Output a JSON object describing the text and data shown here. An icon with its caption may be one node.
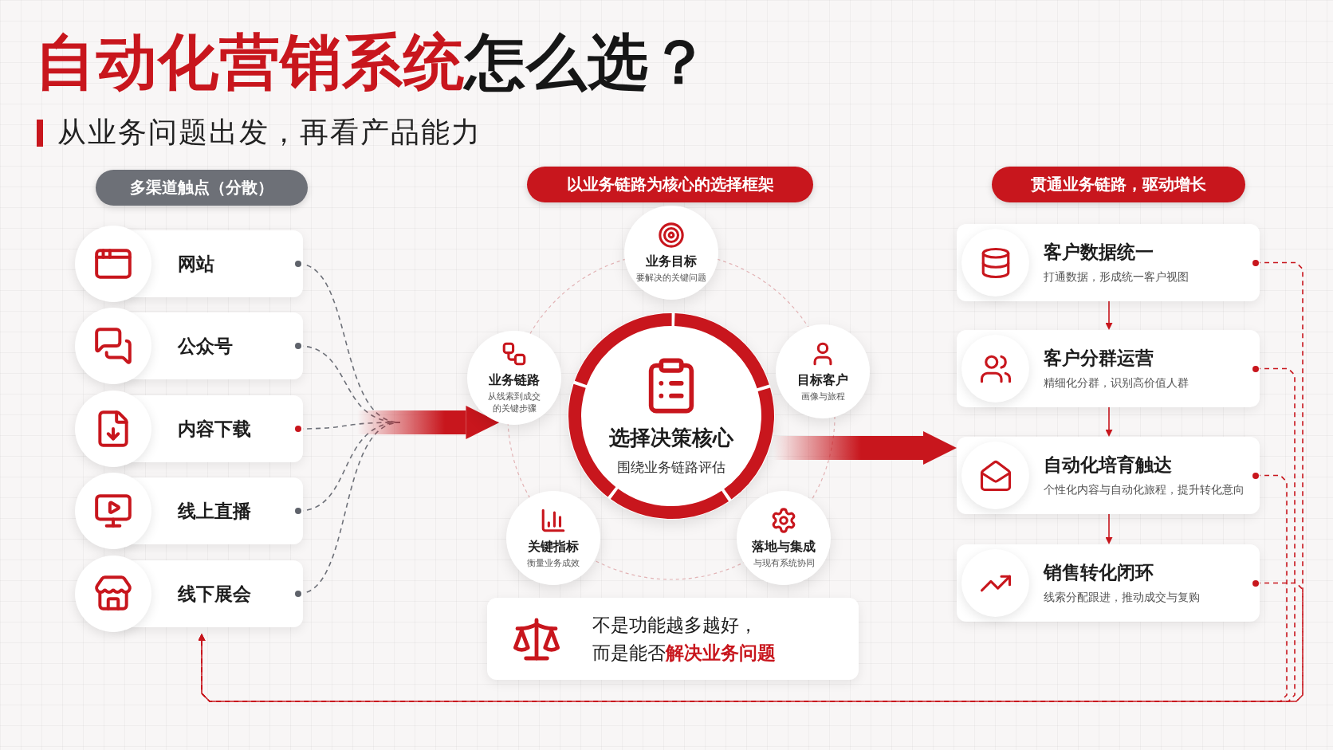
{
  "diagram": {
    "title": "**自动化营销系统**怎么选？",
    "nodes": [
      {
        "text": [
          "多渠道触点（分散）"
        ]
      },
      {
        "text": [
          "网站"
        ]
      },
      {
        "text": [
          "公众号"
        ]
      },
      {
        "text": [
          "内容下载"
        ]
      },
      {
        "text": [
          "线上直播"
        ]
      },
      {
        "text": [
          "线下展会"
        ]
      },
      {
        "text": [
          "以业务链路为核心的选择框架"
        ]
      },
      {
        "text": [
          "选择决策核心",
          "围绕业务链路评估"
        ]
      },
      {
        "text": [
          "业务目标",
          "要解决的关键问题"
        ]
      },
      {
        "text": [
          "业务链路",
          "从线索到成交的关键步骤"
        ]
      },
      {
        "text": [
          "目标客户",
          "画像与旅程"
        ]
      },
      {
        "text": [
          "关键指标",
          "衡量业务成效"
        ]
      },
      {
        "text": [
          "落地与集成",
          "与现有系统协同"
        ]
      },
      {
        "text": [
          "不是功能越多越好，而是能否**解决业务问题**"
        ]
      },
      {
        "text": [
          "贯通业务链路，驱动增长"
        ]
      },
      {
        "text": [
          "客户数据统一",
          "打通数据，形成统一客户视图"
        ]
      },
      {
        "text": [
          "客户分群运营",
          "精细化分群，识别高价值人群"
        ]
      },
      {
        "text": [
          "自动化培育触达",
          "个性化内容与自动化旅程，提升转化意向"
        ]
      },
      {
        "text": [
          "销售转化闭环",
          "线索分配跟进，推动成交与复购"
        ]
      }
    ],
    "edges": [
      {
        "from": 1,
        "to": null,
        "arrow": "none",
        "style": "dashed",
        "color": "#6e7179"
      },
      {
        "from": 2,
        "to": null,
        "arrow": "none",
        "style": "dashed",
        "color": "#6e7179"
      },
      {
        "from": 3,
        "to": null,
        "arrow": "none",
        "style": "dashed",
        "color": "#6e7179"
      },
      {
        "from": 4,
        "to": null,
        "arrow": "none",
        "style": "dashed",
        "color": "#6e7179"
      },
      {
        "from": 5,
        "to": null,
        "arrow": "none",
        "style": "dashed",
        "color": "#6e7179"
      },
      {
        "from": null,
        "to": 9,
        "arrow": "to",
        "style": "thick"
      },
      {
        "from": 7,
        "to": 17,
        "arrow": "to",
        "style": "thick"
      },
      {
        "from": 15,
        "to": 16,
        "arrow": "to"
      },
      {
        "from": 16,
        "to": 17,
        "arrow": "to"
      },
      {
        "from": 17,
        "to": 18,
        "arrow": "to"
      },
      {
        "from": 15,
        "to": 5,
        "arrow": "to",
        "style": "dashed"
      },
      {
        "from": 16,
        "to": 5,
        "arrow": "to",
        "style": "dashed"
      },
      {
        "from": 17,
        "to": 5,
        "arrow": "to",
        "style": "dashed"
      },
      {
        "from": 18,
        "to": 5,
        "arrow": "to",
        "style": "dashed"
      }
    ],
    "labels": [
      "从业务问题出发，再看产品能力"
    ]
  }
}
